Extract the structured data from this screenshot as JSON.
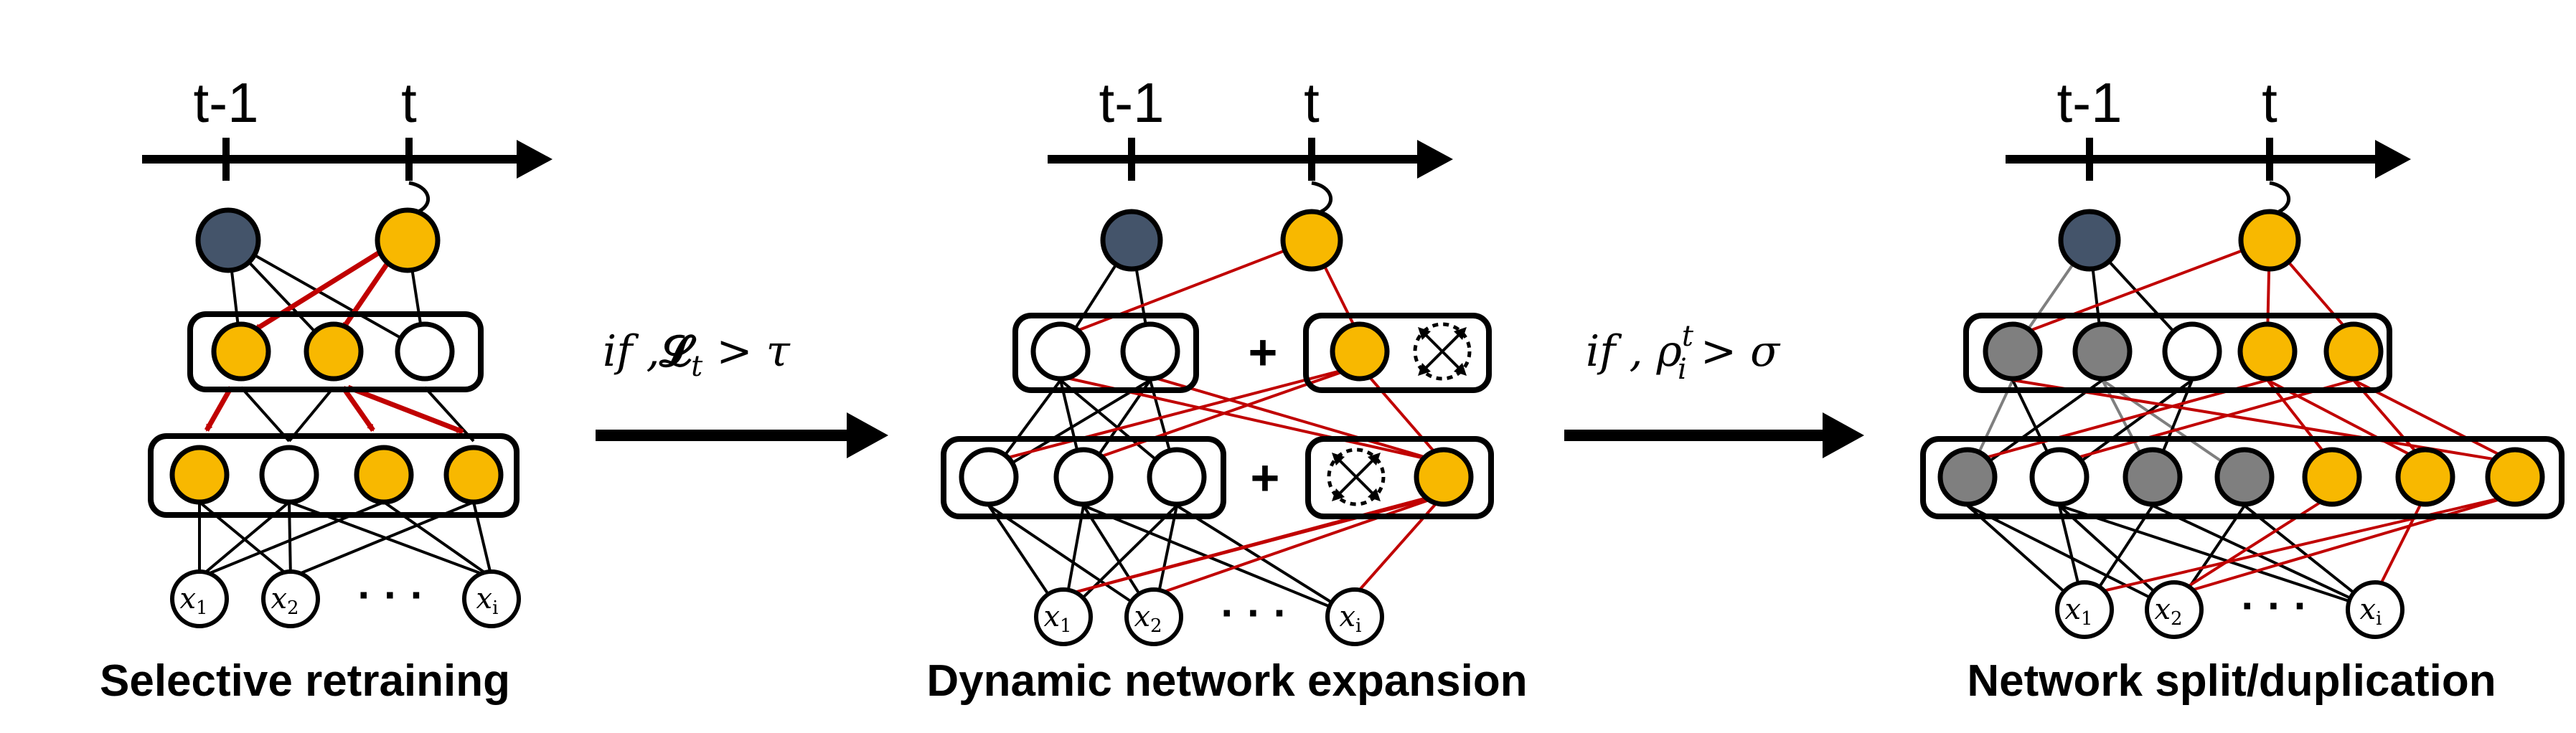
{
  "timeline": {
    "prev_label": "t-1",
    "curr_label": "t"
  },
  "inputs": {
    "x1": "x",
    "x1_sub": "1",
    "x2": "x",
    "x2_sub": "2",
    "xi": "x",
    "xi_sub": "i",
    "dots": "· · ·"
  },
  "plus_sign": "+",
  "panels": [
    {
      "caption": "Selective retraining"
    },
    {
      "caption": "Dynamic network expansion"
    },
    {
      "caption": "Network split/duplication"
    }
  ],
  "conditions": [
    {
      "pre": "if ,",
      "loss": "𝓛",
      "sub": "t",
      "post": " > τ"
    },
    {
      "pre": "if , ρ",
      "sup": "t",
      "sub": "i",
      "post": " > σ"
    }
  ],
  "colors": {
    "yellow": "#f8b800",
    "navy": "#44546a",
    "gray": "#7f7f7f",
    "red_edge": "#c00000",
    "black": "#000000"
  }
}
